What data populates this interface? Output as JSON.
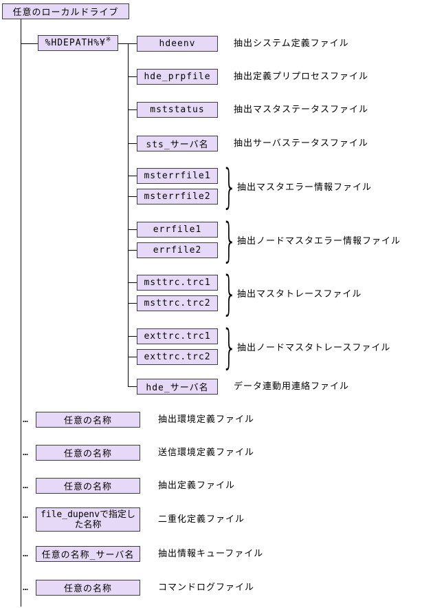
{
  "diagram": {
    "title_note": "任意のローカルドライブ配下のファイル構成図",
    "colors": {
      "box_fill": "#E6D9F7",
      "box_border": "#3c3c3c",
      "line": "#000000",
      "background": "#ffffff",
      "text": "#000000"
    },
    "brace_glyph": "}",
    "root": {
      "label": "任意のローカルドライブ"
    },
    "hdepath": {
      "label": "%HDEPATH%¥",
      "superscript": "※"
    },
    "hdepath_children": [
      {
        "type": "single",
        "file": "hdeenv",
        "desc": "抽出システム定義ファイル"
      },
      {
        "type": "single",
        "file": "hde_prpfile",
        "desc": "抽出定義プリプロセスファイル"
      },
      {
        "type": "single",
        "file": "mststatus",
        "desc": "抽出マスタステータスファイル"
      },
      {
        "type": "single",
        "file": "sts_サーバ名",
        "desc": "抽出サーバステータスファイル"
      },
      {
        "type": "pair",
        "files": [
          "msterrfile1",
          "msterrfile2"
        ],
        "desc": "抽出マスタエラー情報ファイル"
      },
      {
        "type": "pair",
        "files": [
          "errfile1",
          "errfile2"
        ],
        "desc": "抽出ノードマスタエラー情報ファイル"
      },
      {
        "type": "pair",
        "files": [
          "msttrc.trc1",
          "msttrc.trc2"
        ],
        "desc": "抽出マスタトレースファイル"
      },
      {
        "type": "pair",
        "files": [
          "exttrc.trc1",
          "exttrc.trc2"
        ],
        "desc": "抽出ノードマスタトレースファイル"
      },
      {
        "type": "single",
        "file": "hde_サーバ名",
        "desc": "データ連動用連絡ファイル"
      }
    ],
    "root_children": [
      {
        "dots": "…",
        "label": "任意の名称",
        "desc": "抽出環境定義ファイル"
      },
      {
        "dots": "…",
        "label": "任意の名称",
        "desc": "送信環境定義ファイル"
      },
      {
        "dots": "…",
        "label": "任意の名称",
        "desc": "抽出定義ファイル"
      },
      {
        "dots": "…",
        "label": "file_dupenvで指定した名称",
        "label_line1": "file_dupenvで指定し",
        "label_line2": "た名称",
        "desc": "二重化定義ファイル"
      },
      {
        "dots": "…",
        "label": "任意の名称_サーバ名",
        "desc": "抽出情報キューファイル"
      },
      {
        "dots": "…",
        "label": "任意の名称",
        "desc": "コマンドログファイル"
      }
    ]
  }
}
